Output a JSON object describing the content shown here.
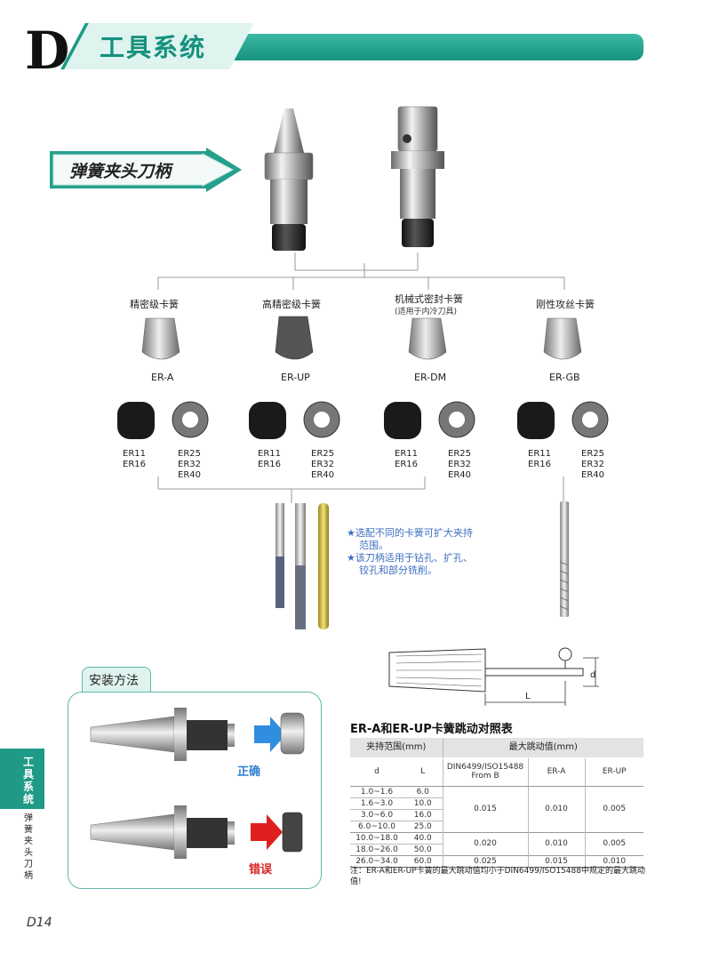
{
  "header": {
    "letter": "D",
    "title": "工具系统"
  },
  "hero": {
    "label": "弹簧夹头刀柄"
  },
  "collets": [
    {
      "type": "精密级卡簧",
      "note": "",
      "code": "ER-A"
    },
    {
      "type": "高精密级卡簧",
      "note": "",
      "code": "ER-UP"
    },
    {
      "type": "机械式密封卡簧",
      "note": "(适用于内冷刀具)",
      "code": "ER-DM"
    },
    {
      "type": "刚性攻丝卡簧",
      "note": "",
      "code": "ER-GB"
    }
  ],
  "nut_sizes": {
    "left": "ER11\nER16",
    "right": "ER25\nER32\nER40"
  },
  "notes": [
    "★选配不同的卡簧可扩大夹持",
    "范围。",
    "★该刀柄适用于钻孔、扩孔、",
    "铰孔和部分铣削。"
  ],
  "diagram": {
    "L": "L",
    "d": "d"
  },
  "install": {
    "title": "安装方法",
    "correct": "正确",
    "wrong": "错误"
  },
  "table": {
    "title": "ER-A和ER-UP卡簧跳动对照表",
    "h_range": "夹持范围(mm)",
    "h_runout": "最大跳动值(mm)",
    "col_d": "d",
    "col_L": "L",
    "col_din": "DIN6499/ISO15488\nFrom B",
    "col_era": "ER-A",
    "col_erup": "ER-UP",
    "rows": [
      {
        "d": "1.0~1.6",
        "L": "6.0"
      },
      {
        "d": "1.6~3.0",
        "L": "10.0"
      },
      {
        "d": "3.0~6.0",
        "L": "16.0"
      },
      {
        "d": "6.0~10.0",
        "L": "25.0"
      },
      {
        "d": "10.0~18.0",
        "L": "40.0"
      },
      {
        "d": "18.0~26.0",
        "L": "50.0"
      },
      {
        "d": "26.0~34.0",
        "L": "60.0"
      }
    ],
    "groups": [
      {
        "din": "0.015",
        "era": "0.010",
        "erup": "0.005"
      },
      {
        "din": "0.020",
        "era": "0.010",
        "erup": "0.005"
      },
      {
        "din": "0.025",
        "era": "0.015",
        "erup": "0.010"
      }
    ],
    "footnote": "注：ER-A和ER-UP卡簧的最大跳动值均小于DIN6499/ISO15488中规定的最大跳动值!"
  },
  "side_tab": {
    "title": "工具系统",
    "sub": "弹簧夹头刀柄"
  },
  "page_number": "D14",
  "colors": {
    "accent": "#1b9a86",
    "blue": "#2f7fd0",
    "red": "#d52525"
  }
}
